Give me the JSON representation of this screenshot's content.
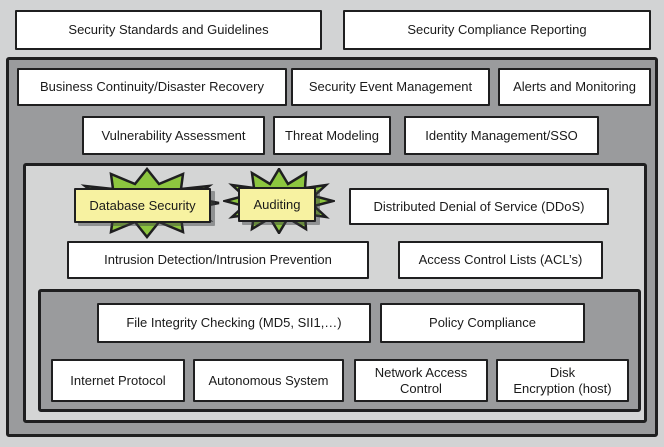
{
  "colors": {
    "page_bg": "#d2d3d4",
    "panel_dark": "#9a9b9d",
    "panel_light": "#d4d5d5",
    "box_bg": "#ffffff",
    "box_border": "#1f1f20",
    "highlight_yellow": "#f7f2a1",
    "burst_green": "#8dc63f",
    "text": "#1a1a1a"
  },
  "top_row": [
    {
      "label": "Security Standards and Guidelines"
    },
    {
      "label": "Security Compliance Reporting"
    }
  ],
  "outer": {
    "row1": [
      {
        "label": "Business Continuity/Disaster Recovery"
      },
      {
        "label": "Security Event Management"
      },
      {
        "label": "Alerts and Monitoring"
      }
    ],
    "row2": [
      {
        "label": "Vulnerability Assessment"
      },
      {
        "label": "Threat Modeling"
      },
      {
        "label": "Identity Management/SSO"
      }
    ],
    "light": {
      "highlights": [
        {
          "label": "Database Security"
        },
        {
          "label": "Auditing"
        }
      ],
      "row1": [
        {
          "label": "Distributed Denial of Service (DDoS)"
        }
      ],
      "row2": [
        {
          "label": "Intrusion Detection/Intrusion Prevention"
        },
        {
          "label": "Access Control Lists (ACL’s)"
        }
      ],
      "dark": {
        "row1": [
          {
            "label": "File Integrity Checking (MD5, SII1,…)"
          },
          {
            "label": "Policy Compliance"
          }
        ],
        "row2": [
          {
            "label": "Internet Protocol"
          },
          {
            "label": "Autonomous System"
          },
          {
            "label": "Network Access\nControl"
          },
          {
            "label": "Disk\nEncryption (host)"
          }
        ]
      }
    }
  }
}
